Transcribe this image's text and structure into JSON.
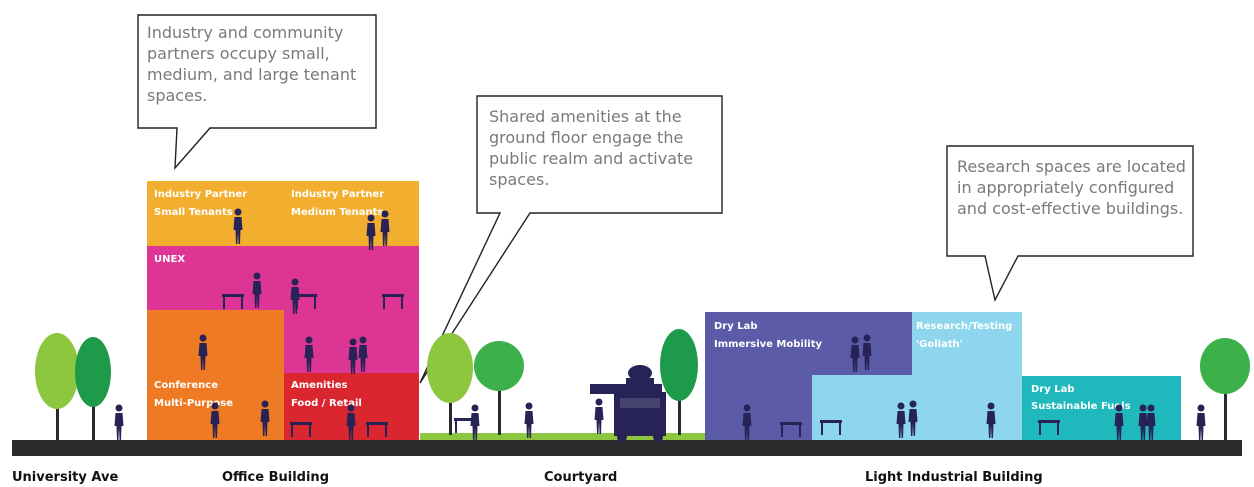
{
  "callouts": {
    "tenants": "Industry and community partners occupy small, medium, and large tenant spaces.",
    "amenities": "Shared amenities at the ground floor engage the public realm and activate spaces.",
    "research": "Research spaces are located in appropriately configured and cost-effective buildings."
  },
  "office": {
    "small_tenants": [
      "Industry Partner",
      "Small Tenants"
    ],
    "medium_tenants": [
      "Industry Partner",
      "Medium Tenants"
    ],
    "unex": "UNEX",
    "conference": [
      "Conference",
      "Multi-Purpose"
    ],
    "amenities": [
      "Amenities",
      "Food / Retail"
    ]
  },
  "industrial": {
    "dry_lab_mobility": [
      "Dry Lab",
      "Immersive Mobility"
    ],
    "research_testing": [
      "Research/Testing",
      "'Goliath'"
    ],
    "dry_lab_fuels": [
      "Dry Lab",
      "Sustainable Fuels"
    ]
  },
  "bottom_labels": {
    "university_ave": "University Ave",
    "office_building": "Office Building",
    "courtyard": "Courtyard",
    "light_industrial": "Light Industrial Building"
  },
  "colors": {
    "yellow": "#f2ae2e",
    "magenta": "#dd3594",
    "orange": "#ee7b23",
    "red": "#d9262f",
    "purple": "#5b5ba8",
    "light_blue": "#8ed5ee",
    "teal": "#1fb9bd",
    "navy": "#272356",
    "ground": "#2a2a2a",
    "grass": "#8dc63f"
  }
}
